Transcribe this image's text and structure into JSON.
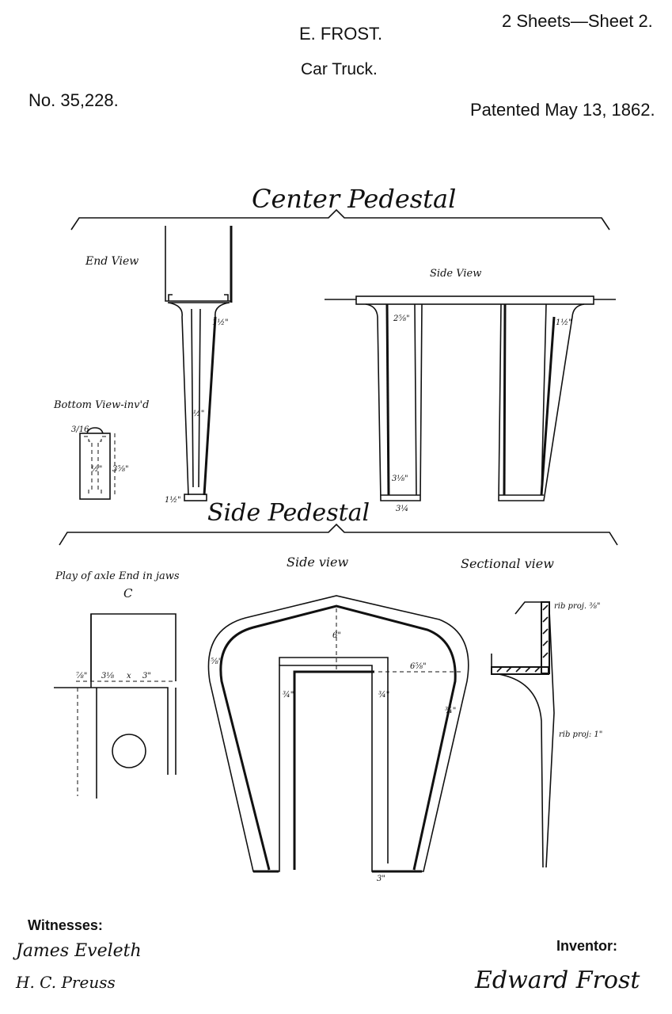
{
  "header": {
    "inventor_name": "E. FROST.",
    "title": "Car Truck.",
    "sheets": "2 Sheets—Sheet 2.",
    "patent_number": "No. 35,228.",
    "patented_date": "Patented May 13, 1862."
  },
  "center_pedestal": {
    "title": "Center Pedestal",
    "end_view_label": "End View",
    "bottom_view_label": "Bottom View-inv'd",
    "side_view_label": "Side View",
    "dims": {
      "end_top": "1½\"",
      "end_mid": "½\"",
      "end_foot": "1½\"",
      "bottom_top": "3/16",
      "bottom_mid": "½\"",
      "bottom_side": "3⅝\"",
      "side_top": "2⅝\"",
      "side_bottom_inner": "3⅛\"",
      "side_bottom_outer": "3¼",
      "side_right": "1½\""
    }
  },
  "side_pedestal": {
    "title": "Side Pedestal",
    "play_label": "Play of axle End in jaws",
    "play_letter": "C",
    "side_view_label": "Side view",
    "sectional_view_label": "Sectional view",
    "dims": {
      "play_a": "⅞\"",
      "play_b": "3⅛",
      "play_x": "x",
      "play_c": "3\"",
      "height": "6\"",
      "width": "6⅝\"",
      "leg_left": "¾\"",
      "leg_inner": "¾\"",
      "leg_right": "¾\"",
      "arch_left": "⅝\"",
      "bottom": "3\"",
      "rib_top": "rib proj. ⅜\"",
      "rib_bottom": "rib proj: 1\""
    }
  },
  "footer": {
    "witnesses_label": "Witnesses:",
    "witness_1": "James Eveleth",
    "witness_2": "H. C. Preuss",
    "inventor_label": "Inventor:",
    "inventor_signature": "Edward Frost"
  }
}
